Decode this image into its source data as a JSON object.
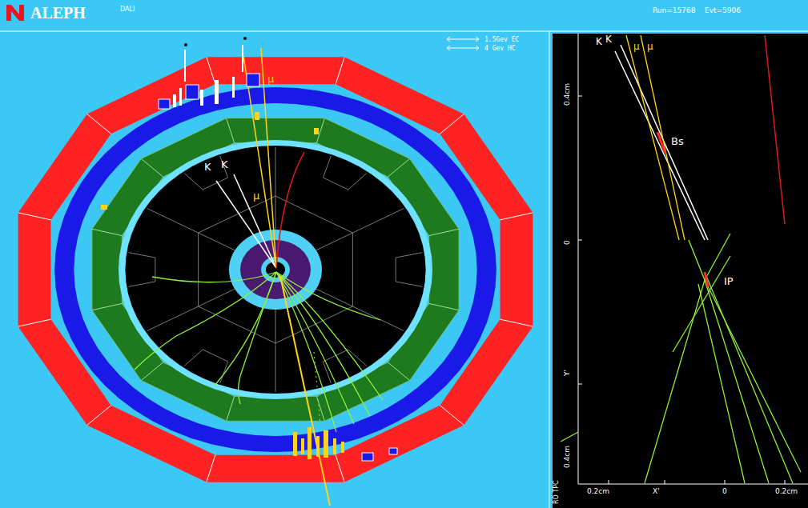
{
  "diagram": {
    "title": "ALEPH",
    "labels": [
      "DALI",
      "Run=15768",
      "Evt=5906",
      "K",
      "K",
      "μ",
      "μ",
      "K",
      "K",
      "μ",
      "μ",
      "Bs",
      "IP",
      "0.4cm",
      "0",
      "Y'",
      "0.4cm",
      "0.2cm",
      "X'",
      "0",
      "0.2cm",
      "RO TPC"
    ],
    "legend": [
      {
        "text": "1.5Gev EC"
      },
      {
        "text": "4 Gev HC"
      }
    ]
  }
}
